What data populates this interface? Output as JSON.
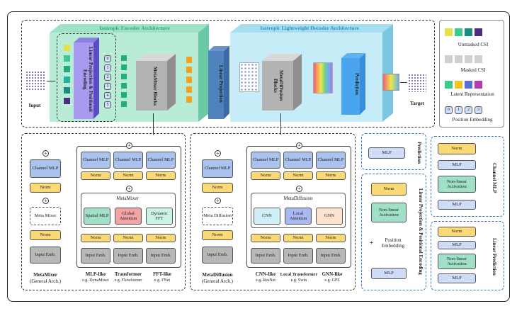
{
  "top": {
    "encoder_title": "Isotropic Encoder Architecture",
    "decoder_title": "Isotropic Lightweight Decoder Architecture",
    "input_label": "Input",
    "target_label": "Target",
    "linear_proj_pos": "Linear Projection & Positional Encoding",
    "metamixer_blocks": "MetaMixer Blocks",
    "linear_projection": "Linear Projection",
    "metadiffusion_blocks": "MetaDiffusion Blocks",
    "prediction": "Prediction",
    "position_numbers": [
      "0",
      "1",
      "2",
      "3",
      "4",
      "5"
    ]
  },
  "legend": {
    "unmasked": "Unmasked CSI",
    "masked": "Masked CSI",
    "latent": "Latent Representation",
    "position": "Position Embedding",
    "position_numbers": [
      "0",
      "1",
      "2",
      "3"
    ]
  },
  "metamixer": {
    "general_title": "MetaMixer",
    "general_sub": "(General Arch.)",
    "channel_mlp": "Channel MLP",
    "norm": "Norm",
    "meta_mixer": "Meta Mixer",
    "input_emb": "Input Emb.",
    "inner_title": "MetaMixer",
    "spatial_mlp": "Spatial MLP",
    "global_attention": "Global Attention",
    "dynamic_fft": "Dynamic FFT",
    "col1_title": "MLP-like",
    "col1_sub": "e.g. DynaMixer",
    "col2_title": "Transformer",
    "col2_sub": "e.g. Flowformer",
    "col3_title": "FFT-like",
    "col3_sub": "e.g. FNet"
  },
  "metadiffusion": {
    "general_title": "MetaDiffusion",
    "general_sub": "(General Arch.)",
    "channel_mlp": "Channel MLP",
    "norm": "Norm",
    "meta_diffusion": "Meta Diffusion",
    "input_emb": "Input Emb.",
    "inner_title": "MetaDiffusion",
    "cnn": "CNN",
    "local_attention": "Local Attention",
    "gnn": "GNN",
    "col1_title": "CNN-like",
    "col1_sub": "e.g. ResNet",
    "col2_title": "Local Transformer",
    "col2_sub": "e.g. Swin",
    "col3_title": "GNN-like",
    "col3_sub": "e.g. GPS"
  },
  "right": {
    "prediction": "Prediction",
    "mlp": "MLP",
    "lp_title": "Linear Projection & Positional Encoding",
    "norm": "Norm",
    "nonlinear": "Non-linear Activation",
    "position_embedding": "Position Embedding",
    "channel_mlp_title": "Channel MLP",
    "linear_prediction_title": "Linear Prediction"
  }
}
